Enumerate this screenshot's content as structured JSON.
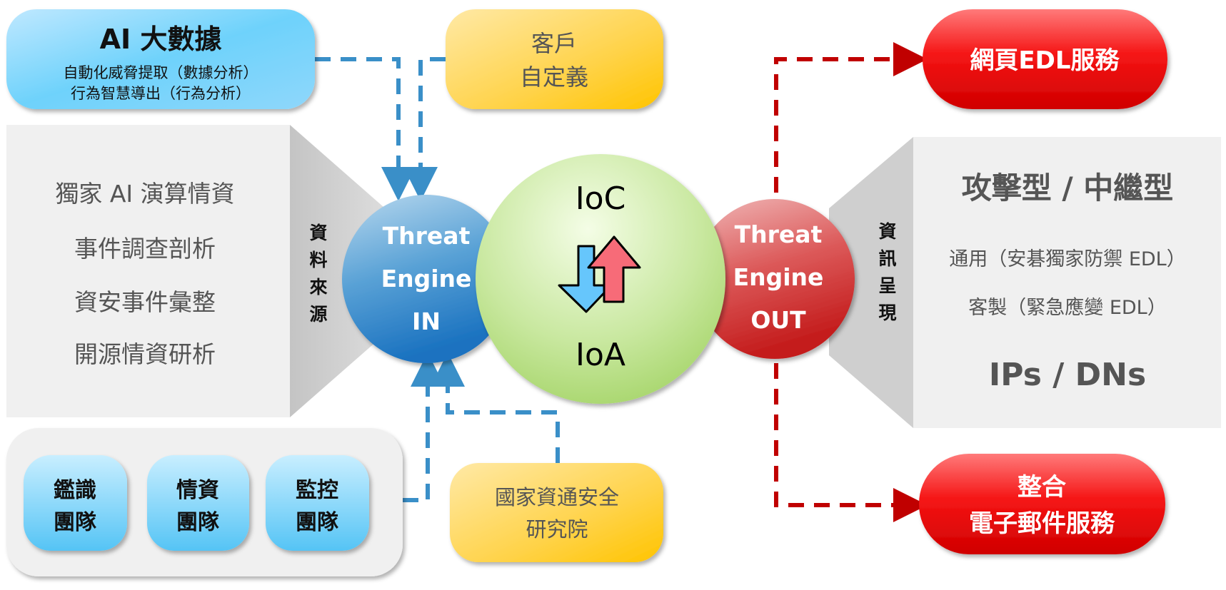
{
  "ai_box": {
    "title": "AI 大數據",
    "line1": "自動化威脅提取（數據分析）",
    "line2": "行為智慧導出（行為分析）"
  },
  "customer_box": {
    "line1": "客戶",
    "line2": "自定義"
  },
  "sources_panel": {
    "items": [
      "獨家 AI 演算情資",
      "事件調查剖析",
      "資安事件彙整",
      "開源情資研析"
    ],
    "label": [
      "資",
      "料",
      "來",
      "源"
    ]
  },
  "engine_in": {
    "lines": [
      "Threat",
      "Engine",
      "IN"
    ]
  },
  "core": {
    "top": "IoC",
    "bottom": "IoA"
  },
  "engine_out": {
    "lines": [
      "Threat",
      "Engine",
      "OUT"
    ]
  },
  "output_panel": {
    "label": [
      "資",
      "訊",
      "呈",
      "現"
    ],
    "heading": "攻擊型 / 中繼型",
    "line1": "通用（安碁獨家防禦 EDL）",
    "line2": "客製（緊急應變 EDL）",
    "footer": "IPs / DNs"
  },
  "edl_service": {
    "label": "網頁EDL服務"
  },
  "email_service": {
    "line1": "整合",
    "line2": "電子郵件服務"
  },
  "teams": [
    {
      "line1": "鑑識",
      "line2": "團隊"
    },
    {
      "line1": "情資",
      "line2": "團隊"
    },
    {
      "line1": "監控",
      "line2": "團隊"
    }
  ],
  "nics_box": {
    "line1": "國家資通安全",
    "line2": "研究院"
  },
  "colors": {
    "blue_line": "#3a8fc8",
    "red_line": "#c00000",
    "panel": "#f0f0f0",
    "yellow": "#ffc928",
    "red": "#ee1010"
  }
}
